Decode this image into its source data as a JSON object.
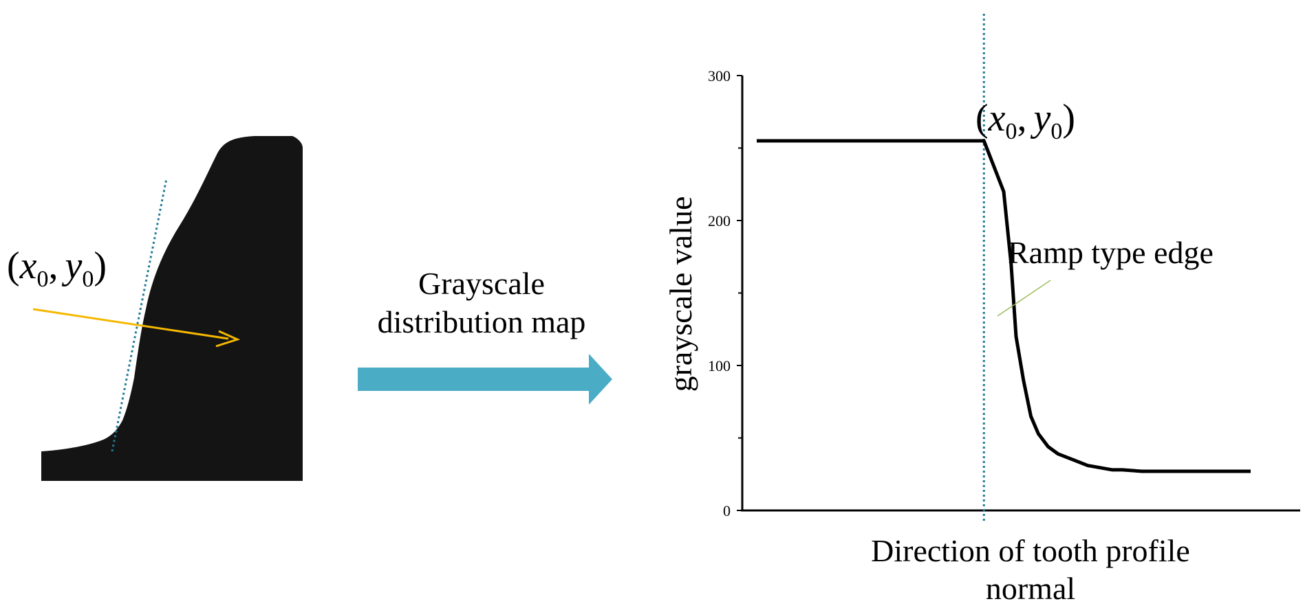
{
  "left_image": {
    "point_label": {
      "open": "(",
      "x": "x",
      "x_sub": "0",
      "sep": ",",
      "y": "y",
      "y_sub": "0",
      "close": ")"
    }
  },
  "transition": {
    "label_line1": "Grayscale",
    "label_line2": "distribution map"
  },
  "colors": {
    "profile_arrow": "#F5B800",
    "dotted_normal": "#1F7A96",
    "big_arrow": "#4BACC6",
    "edge_pointer": "#9BBB59",
    "tooth_fill": "#141414",
    "line": "#000000"
  },
  "chart_data": {
    "type": "line",
    "title": "",
    "xlabel": "Direction of tooth profile normal",
    "xlabel_lines": [
      "Direction of tooth profile",
      "normal"
    ],
    "ylabel": "grayscale value",
    "ylim": [
      0,
      300
    ],
    "y_ticks": [
      0,
      100,
      200,
      300
    ],
    "y_tick_labels": [
      "0",
      "100",
      "200",
      "300"
    ],
    "grid": false,
    "x_axis_ticks": "none",
    "x_range": [
      0,
      100
    ],
    "series": [
      {
        "x": [
          0,
          46,
          50,
          51.5,
          52.5,
          54,
          55.5,
          57,
          59,
          61,
          64,
          67,
          72,
          74,
          78,
          82,
          100
        ],
        "y": [
          255,
          255,
          220,
          170,
          120,
          90,
          65,
          53,
          44,
          39,
          35,
          31,
          28,
          28,
          27,
          27,
          27
        ]
      }
    ],
    "vline": {
      "x": 46,
      "style": "dotted"
    },
    "annotations": {
      "point_label": {
        "open": "(",
        "x": "x",
        "x_sub": "0",
        "sep": ",",
        "y": "y",
        "y_sub": "0",
        "close": ")"
      },
      "edge_label": "Ramp type edge"
    }
  }
}
